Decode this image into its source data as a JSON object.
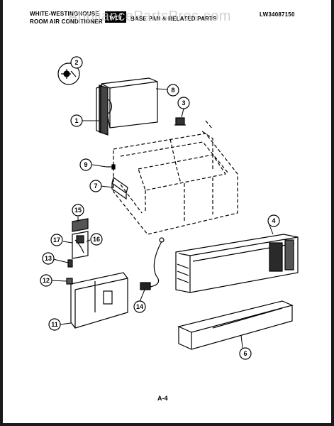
{
  "header": {
    "brand_line1": "WHITE-WESTINGHOUSE",
    "brand_line2": "ROOM AIR CONDITIONER",
    "logo_text": "wci",
    "subtitle": "BASE PAN & RELATED PARTS",
    "model": "LW34087150"
  },
  "watermark": "AppliancePartsPros.com",
  "callouts": [
    "1",
    "2",
    "3",
    "4",
    "6",
    "7",
    "8",
    "9",
    "11",
    "12",
    "13",
    "14",
    "15",
    "16",
    "17"
  ],
  "page_label": "A-4"
}
